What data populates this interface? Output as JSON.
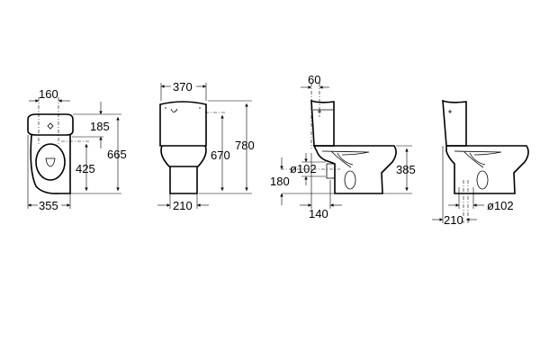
{
  "drawing": {
    "front_view": {
      "tank_spacing": "160",
      "tank_height": "185",
      "total_height": "665",
      "seat_height": "425",
      "width": "355"
    },
    "side_view": {
      "tank_width": "370",
      "cistern_height": "670",
      "total_height": "780",
      "pedestal_width": "210"
    },
    "profile_horizontal_outlet": {
      "offset": "60",
      "outlet_diameter": "ø102",
      "outlet_height": "180",
      "outlet_distance": "140",
      "bowl_height": "385"
    },
    "profile_vertical_outlet": {
      "wall_distance": "210",
      "outlet_diameter": "ø102"
    }
  }
}
